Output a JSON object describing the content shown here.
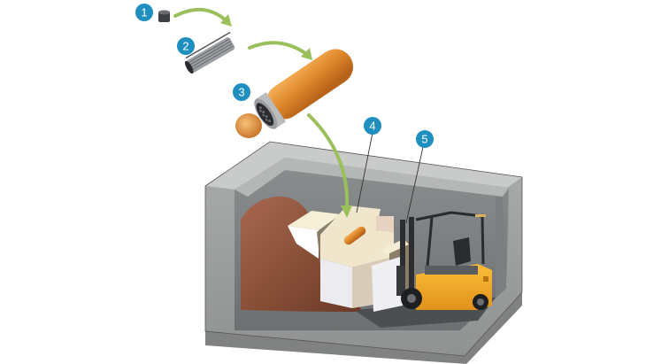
{
  "diagram": {
    "title": "",
    "colors": {
      "badge": "#1f8fbf",
      "badge_text": "#ffffff",
      "arrow": "#9bbf5a",
      "canister": "#e08a2c",
      "concrete": "#9ea0a0",
      "clay": "#8a5038",
      "buffer_block": "#f3ead2",
      "forklift": "#f2a81d"
    },
    "callouts": [
      {
        "number": "1",
        "icon": "fuel-pellet-icon"
      },
      {
        "number": "2",
        "icon": "fuel-assembly-icon"
      },
      {
        "number": "3",
        "icon": "canister-icon"
      },
      {
        "number": "4",
        "icon": "buffer-block-icon"
      },
      {
        "number": "5",
        "icon": "forklift-icon"
      }
    ]
  }
}
